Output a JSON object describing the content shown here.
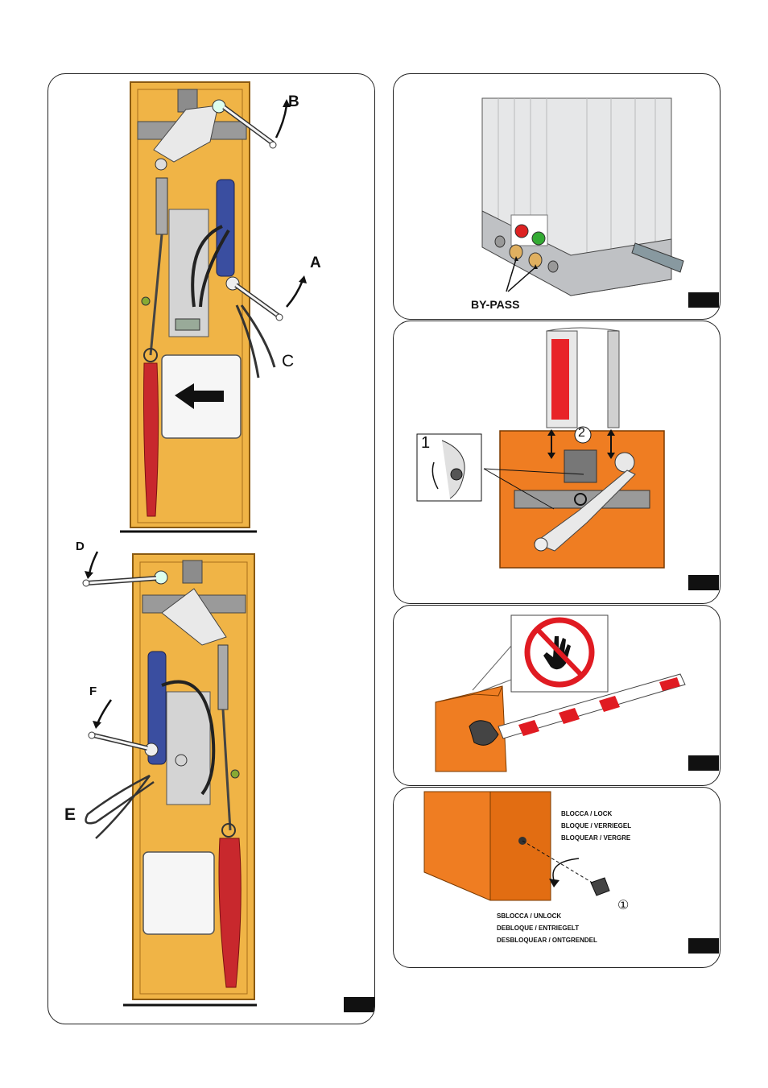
{
  "left_panel": {
    "labels": {
      "a": "A",
      "b": "B",
      "c": "C",
      "d": "D",
      "e": "E",
      "f": "F"
    }
  },
  "bypass_panel": {
    "label": "BY-PASS"
  },
  "release_panel": {
    "step1": "1",
    "step2": "2"
  },
  "warning_panel": {
    "sign": "no-touch-hand-icon"
  },
  "lock_panel": {
    "lock_lines": [
      "BLOCCA / LOCK",
      "BLOQUE / VERRIEGEL",
      "BLOQUEAR / VERGRE"
    ],
    "unlock_lines": [
      "SBLOCCA / UNLOCK",
      "DEBLOQUE / ENTRIEGELT",
      "DESBLOQUEAR / ONTGRENDEL"
    ],
    "key_step": "①"
  },
  "colors": {
    "cabinet_yellow": "#f0b446",
    "cabinet_orange": "#ef7d22",
    "spring_red": "#c8282d",
    "cylinder_blue": "#3a4ea0",
    "bar_gray": "#9a9a9a"
  }
}
